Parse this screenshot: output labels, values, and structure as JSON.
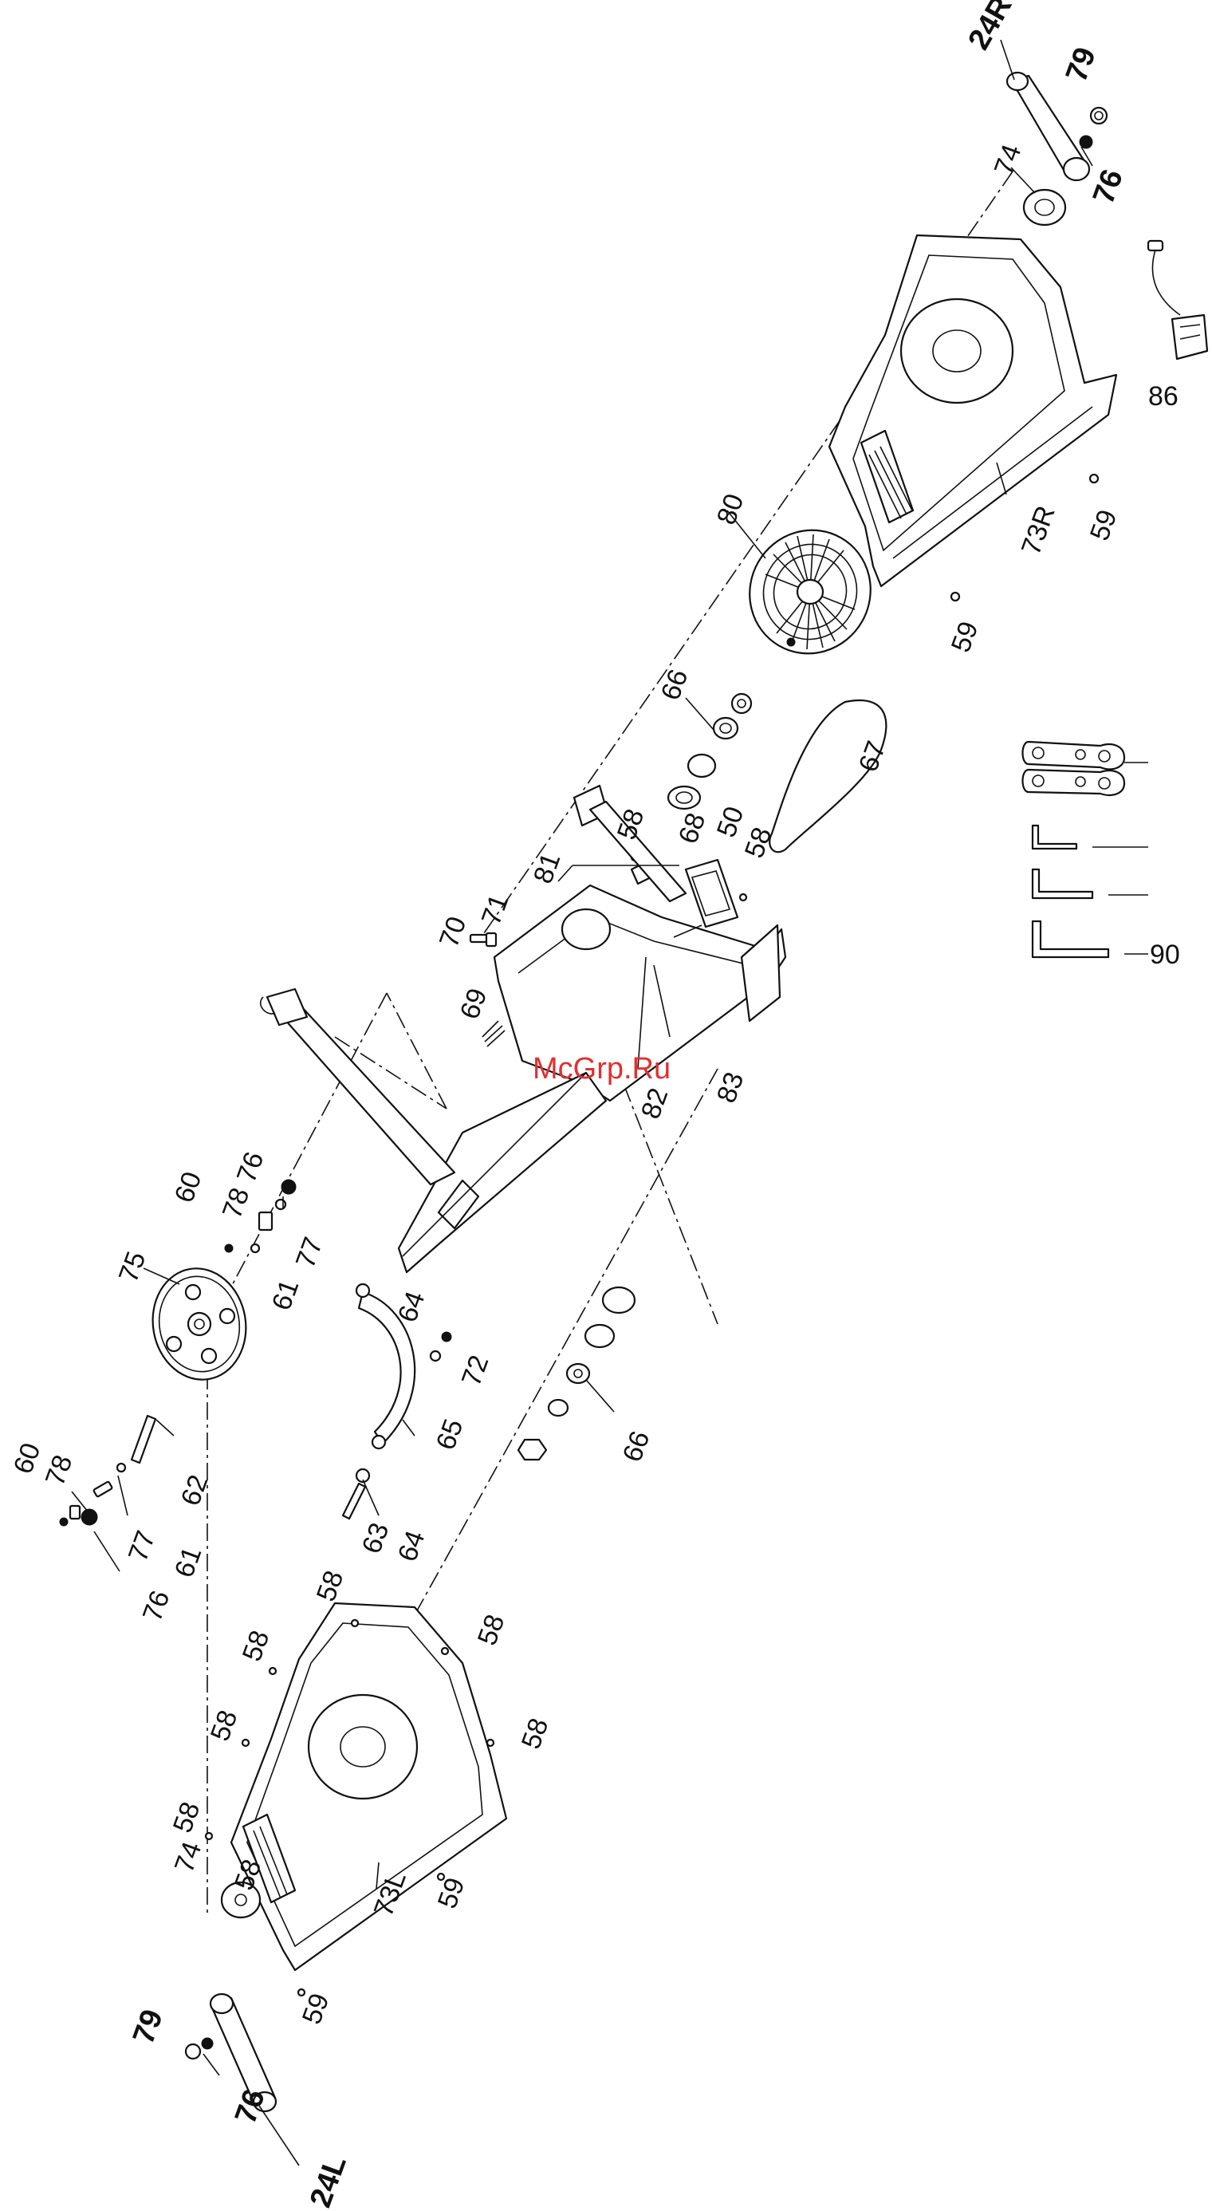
{
  "watermark": "McGrp.Ru",
  "labels": {
    "p24R": "24R",
    "p79_top": "79",
    "p74_top": "74",
    "p76_top": "76",
    "p86": "86",
    "p73R": "73R",
    "p59_a": "59",
    "p80": "80",
    "p59_b": "59",
    "p66_top": "66",
    "p67": "67",
    "p68": "68",
    "p58_a": "58",
    "p50": "50",
    "p58_b": "58",
    "p81": "81",
    "p71": "71",
    "p70": "70",
    "p69": "69",
    "p83": "83",
    "p82": "82",
    "p76_mid": "76",
    "p60_a": "60",
    "p78_a": "78",
    "p77_a": "77",
    "p61_a": "61",
    "p75": "75",
    "p64_a": "64",
    "p72": "72",
    "p65": "65",
    "p66_bot": "66",
    "p62": "62",
    "p60_b": "60",
    "p78_b": "78",
    "p77_b": "77",
    "p61_b": "61",
    "p76_b": "76",
    "p63": "63",
    "p64_b": "64",
    "p58_c": "58",
    "p58_d": "58",
    "p58_e": "58",
    "p58_f": "58",
    "p58_g": "58",
    "p58_h": "58",
    "p58_i": "58",
    "p59_c": "59",
    "p59_d": "59",
    "p73L": "73L",
    "p74_bot": "74",
    "p79_bot": "79",
    "p76_bot": "76",
    "p24L": "24L",
    "p90": "90"
  }
}
